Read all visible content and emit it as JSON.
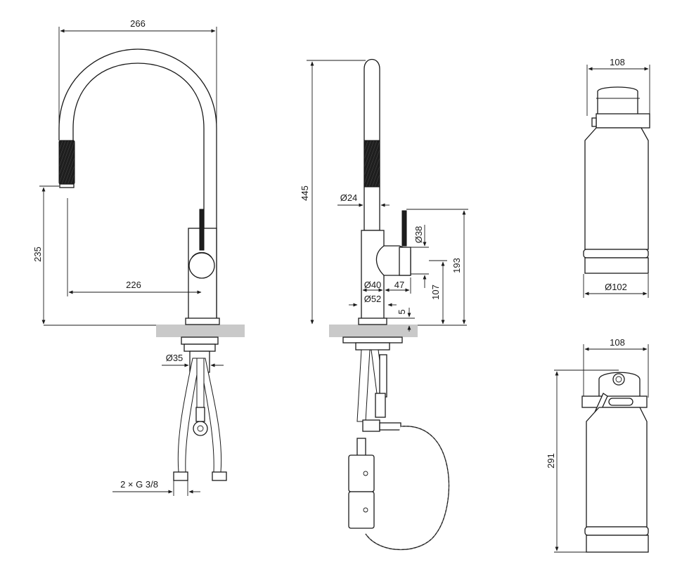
{
  "dimensions": {
    "spout_reach": "266",
    "spout_height": "235",
    "outlet_reach": "226",
    "tail_diameter": "Ø35",
    "connections": "2 × G 3/8",
    "total_height": "445",
    "spray_diameter": "Ø24",
    "lever_diameter": "Ø38",
    "body_diameter": "Ø40",
    "lever_reach": "47",
    "base_diameter": "Ø52",
    "base_height": "5",
    "lever_bottom_height": "107",
    "lever_top_height": "193",
    "filter_top_width": "108",
    "filter_top_diameter": "Ø102",
    "filter_front_width": "108",
    "filter_height": "291"
  }
}
